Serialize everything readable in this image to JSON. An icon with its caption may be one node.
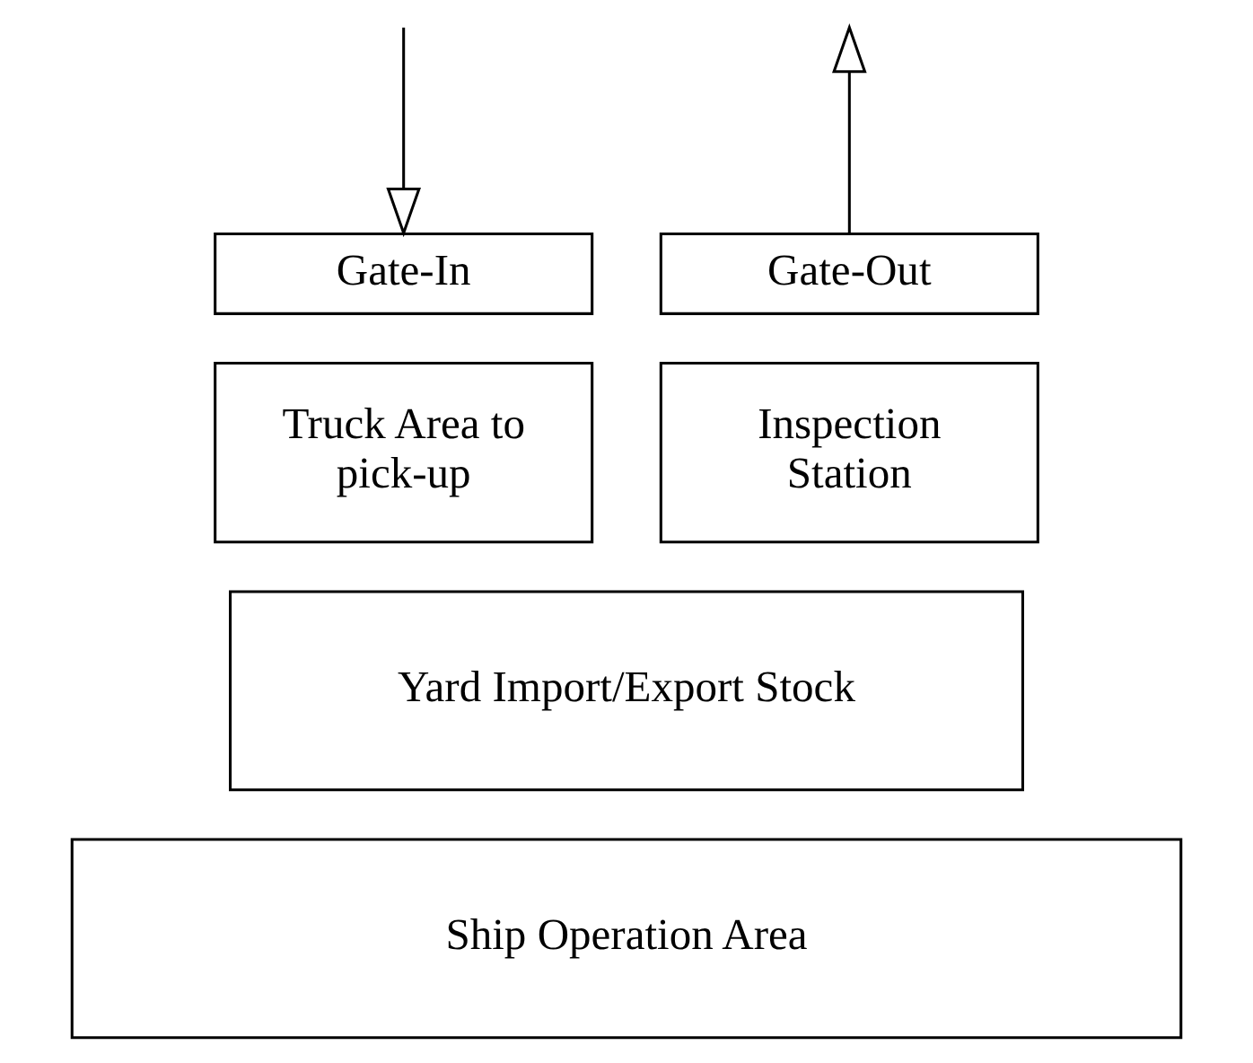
{
  "diagram": {
    "nodes": [
      {
        "text": [
          "Gate-In"
        ]
      },
      {
        "text": [
          "Gate-Out"
        ]
      },
      {
        "text": [
          "Truck Area to pick-up"
        ]
      },
      {
        "text": [
          "Inspection Station"
        ]
      },
      {
        "text": [
          "Yard Import/Export Stock"
        ]
      },
      {
        "text": [
          "Ship Operation Area"
        ]
      }
    ],
    "edges": [
      {
        "from": null,
        "to": 0,
        "arrow": "to"
      },
      {
        "from": 1,
        "to": null,
        "arrow": "to"
      }
    ]
  }
}
